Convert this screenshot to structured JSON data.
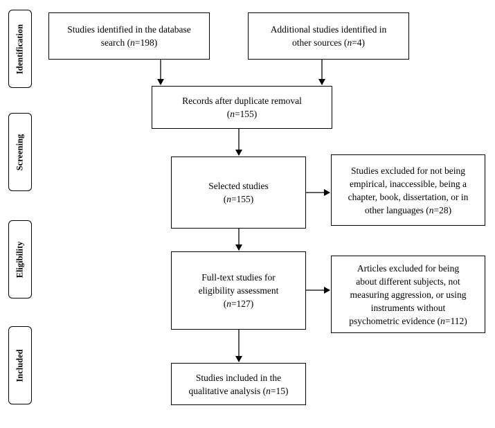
{
  "stages": {
    "identification": "Identification",
    "screening": "Screening",
    "eligibility": "Eligibility",
    "included": "Included"
  },
  "boxes": {
    "database": {
      "line1": "Studies identified in the database",
      "line2_pre": "search (",
      "line2_n": "n",
      "line2_post": "=198)"
    },
    "additional": {
      "line1": "Additional studies identified in",
      "line2_pre": "other sources (",
      "line2_n": "n",
      "line2_post": "=4)"
    },
    "dedup": {
      "line1": "Records after duplicate removal",
      "line2_pre": "(",
      "line2_n": "n",
      "line2_post": "=155)"
    },
    "selected": {
      "line1": "Selected studies",
      "line2_pre": "(",
      "line2_n": "n",
      "line2_post": "=155)"
    },
    "excluded1": {
      "line1": "Studies excluded for not being",
      "line2": "empirical, inaccessible, being a",
      "line3": "chapter, book, dissertation, or in",
      "line4_pre": "other languages (",
      "line4_n": "n",
      "line4_post": "=28)"
    },
    "fulltext": {
      "line1": "Full-text studies for",
      "line2": "eligibility assessment",
      "line3_pre": "(",
      "line3_n": "n",
      "line3_post": "=127)"
    },
    "excluded2": {
      "line1": "Articles excluded for being",
      "line2": "about different subjects, not",
      "line3": "measuring aggression, or using",
      "line4": "instruments without",
      "line5_pre": "psychometric evidence (",
      "line5_n": "n",
      "line5_post": "=112)"
    },
    "included": {
      "line1": "Studies included in the",
      "line2_pre": "qualitative analysis (",
      "line2_n": "n",
      "line2_post": "=15)"
    }
  }
}
